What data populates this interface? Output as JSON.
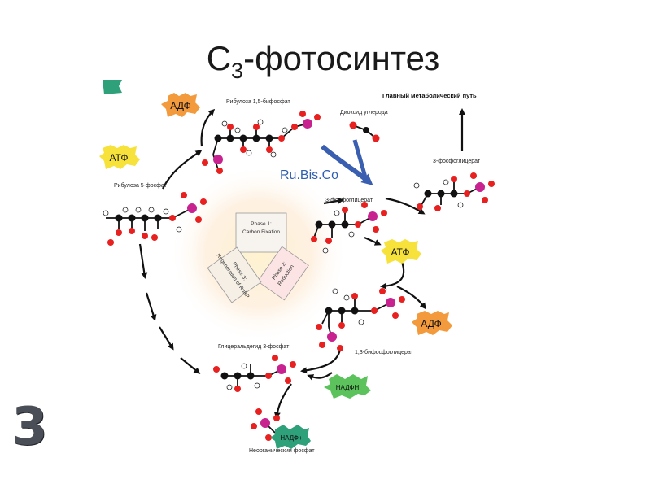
{
  "title": {
    "main": "C",
    "sub": "3",
    "rest": "-фотосинтез"
  },
  "slide_number": "3",
  "labels": {
    "main_path": "Главный метаболический путь",
    "co2": "Диоксид углерода",
    "ribulose_bp": "Рибулоза 1,5-бифосфат",
    "ribulose_p": "Рибулоза 5-фосфат",
    "pga_right": "3-фосфоглицерат",
    "pga_center": "3-фосфоглицерат",
    "bpg": "1,3-бифосфоглицерат",
    "g3p": "Глицеральдегид 3-фосфат",
    "pi": "Неорганический фосфат"
  },
  "enzyme": "Ru.Bis.Co",
  "stars": {
    "adp_top": "АДФ",
    "atp_left": "АТФ",
    "atp_right": "АТФ",
    "adp_right": "АДФ",
    "nadph": "НАДФН",
    "nadp": "НАДФ+"
  },
  "phases": {
    "phase1_title": "Phase 1:",
    "phase1_name": "Carbon Fixation",
    "phase2_title": "Phase 2:",
    "phase2_name": "Reduction",
    "phase3_title": "Phase 3:",
    "phase3_name": "Regeneration of RuBP"
  },
  "colors": {
    "enzyme_arrow": "#3b5fb0",
    "adp": "#f29a3c",
    "atp": "#f6e23a",
    "nadph": "#5cc35c",
    "nadp": "#2ea07a",
    "phosphate": "#c7228f",
    "oxygen": "#e82020"
  }
}
